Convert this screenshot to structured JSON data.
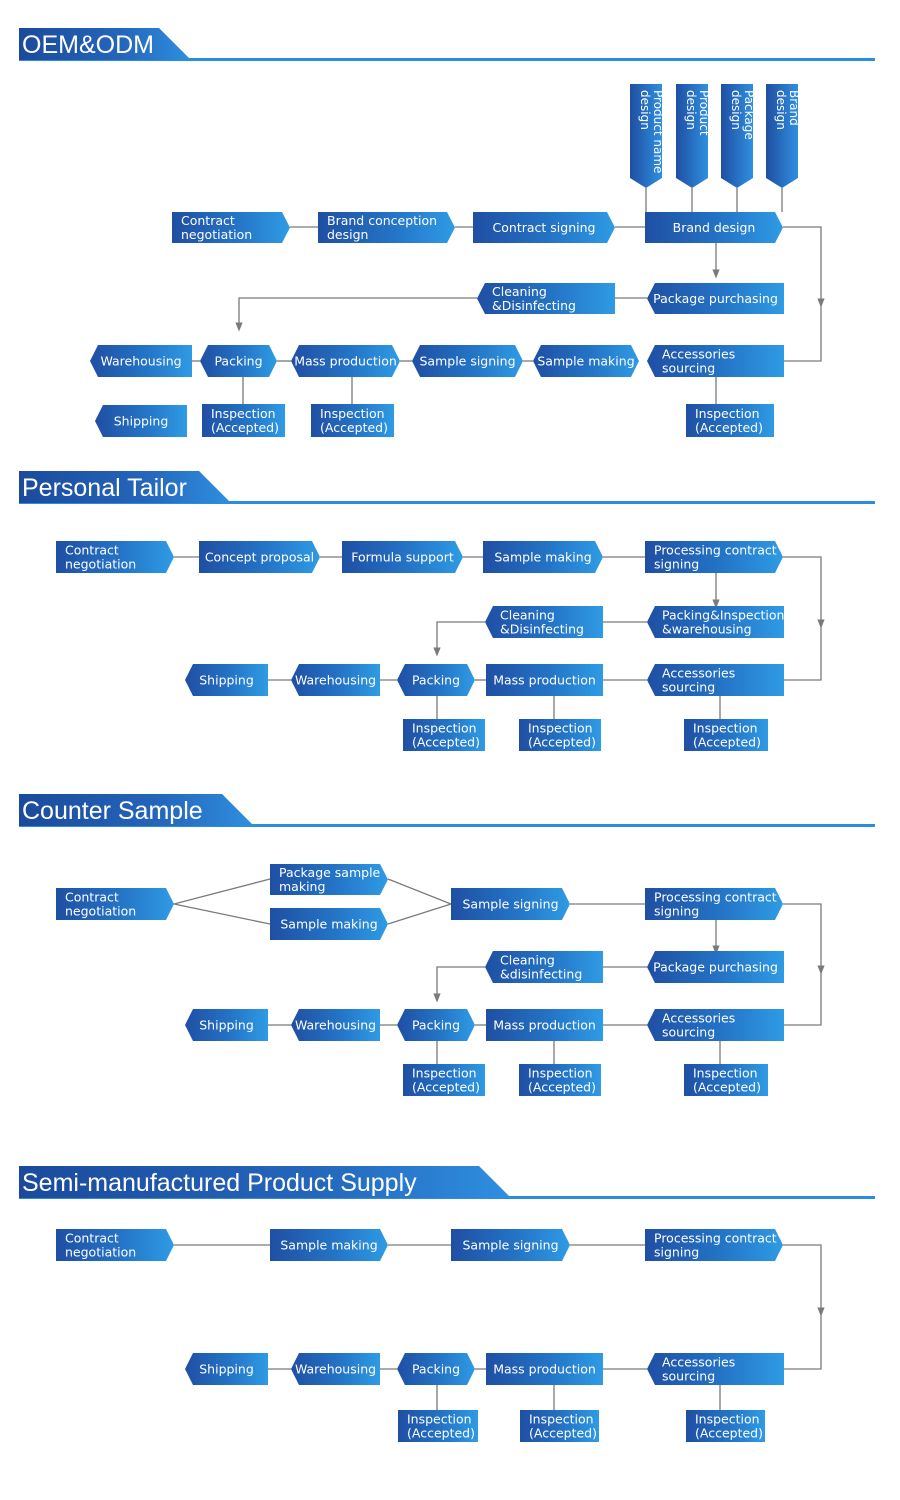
{
  "sections": [
    {
      "title": "OEM&ODM",
      "nodes": {
        "contract_negotiation": [
          "Contract",
          "negotiation"
        ],
        "brand_conception": [
          "Brand conception",
          "design"
        ],
        "contract_signing": [
          "Contract signing"
        ],
        "brand_design": [
          "Brand design"
        ],
        "package_purchasing": [
          "Package purchasing"
        ],
        "cleaning": [
          "Cleaning",
          "&Disinfecting"
        ],
        "accessories": [
          "Accessories",
          "sourcing"
        ],
        "sample_making": [
          "Sample making"
        ],
        "sample_signing": [
          "Sample signing"
        ],
        "mass_production": [
          "Mass production"
        ],
        "packing": [
          "Packing"
        ],
        "warehousing": [
          "Warehousing"
        ],
        "shipping": [
          "Shipping"
        ],
        "insp_accessories": [
          "Inspection",
          "(Accepted)"
        ],
        "insp_mass": [
          "Inspection",
          "(Accepted)"
        ],
        "insp_packing": [
          "Inspection",
          "(Accepted)"
        ],
        "v_product_name": [
          "Product name",
          "design"
        ],
        "v_product": [
          "Product",
          "design"
        ],
        "v_package": [
          "Package",
          "design"
        ],
        "v_brand": [
          "Brand",
          "design"
        ]
      }
    },
    {
      "title": "Personal Tailor",
      "nodes": {
        "contract_negotiation": [
          "Contract",
          "negotiation"
        ],
        "concept_proposal": [
          "Concept proposal"
        ],
        "formula_support": [
          "Formula support"
        ],
        "sample_making": [
          "Sample making"
        ],
        "processing_contract": [
          "Processing contract",
          "signing"
        ],
        "packing_inspection": [
          "Packing&Inspection",
          "&warehousing"
        ],
        "cleaning": [
          "Cleaning",
          "&Disinfecting"
        ],
        "accessories": [
          "Accessories",
          "sourcing"
        ],
        "mass_production": [
          "Mass production"
        ],
        "packing": [
          "Packing"
        ],
        "warehousing": [
          "Warehousing"
        ],
        "shipping": [
          "Shipping"
        ],
        "insp_accessories": [
          "Inspection",
          "(Accepted)"
        ],
        "insp_mass": [
          "Inspection",
          "(Accepted)"
        ],
        "insp_packing": [
          "Inspection",
          "(Accepted)"
        ]
      }
    },
    {
      "title": "Counter Sample",
      "nodes": {
        "contract_negotiation": [
          "Contract",
          "negotiation"
        ],
        "package_sample": [
          "Package sample",
          "making"
        ],
        "sample_making": [
          "Sample making"
        ],
        "sample_signing": [
          "Sample signing"
        ],
        "processing_contract": [
          "Processing contract",
          "signing"
        ],
        "package_purchasing": [
          "Package purchasing"
        ],
        "cleaning": [
          "Cleaning",
          "&disinfecting"
        ],
        "accessories": [
          "Accessories",
          "sourcing"
        ],
        "mass_production": [
          "Mass production"
        ],
        "packing": [
          "Packing"
        ],
        "warehousing": [
          "Warehousing"
        ],
        "shipping": [
          "Shipping"
        ],
        "insp_accessories": [
          "Inspection",
          "(Accepted)"
        ],
        "insp_mass": [
          "Inspection",
          "(Accepted)"
        ],
        "insp_packing": [
          "Inspection",
          "(Accepted)"
        ]
      }
    },
    {
      "title": "Semi-manufactured Product Supply",
      "nodes": {
        "contract_negotiation": [
          "Contract",
          "negotiation"
        ],
        "sample_making": [
          "Sample making"
        ],
        "sample_signing": [
          "Sample signing"
        ],
        "processing_contract": [
          "Processing contract",
          "signing"
        ],
        "accessories": [
          "Accessories",
          "sourcing"
        ],
        "mass_production": [
          "Mass production"
        ],
        "packing": [
          "Packing"
        ],
        "warehousing": [
          "Warehousing"
        ],
        "shipping": [
          "Shipping"
        ],
        "insp_accessories": [
          "Inspection",
          "(Accepted)"
        ],
        "insp_mass": [
          "Inspection",
          "(Accepted)"
        ],
        "insp_packing": [
          "Inspection",
          "(Accepted)"
        ]
      }
    }
  ],
  "colors": {
    "dark": "#1f4fa3",
    "light": "#2f9be5",
    "line": "#7a7a7a",
    "banner_rule": "#2a8ee0"
  }
}
